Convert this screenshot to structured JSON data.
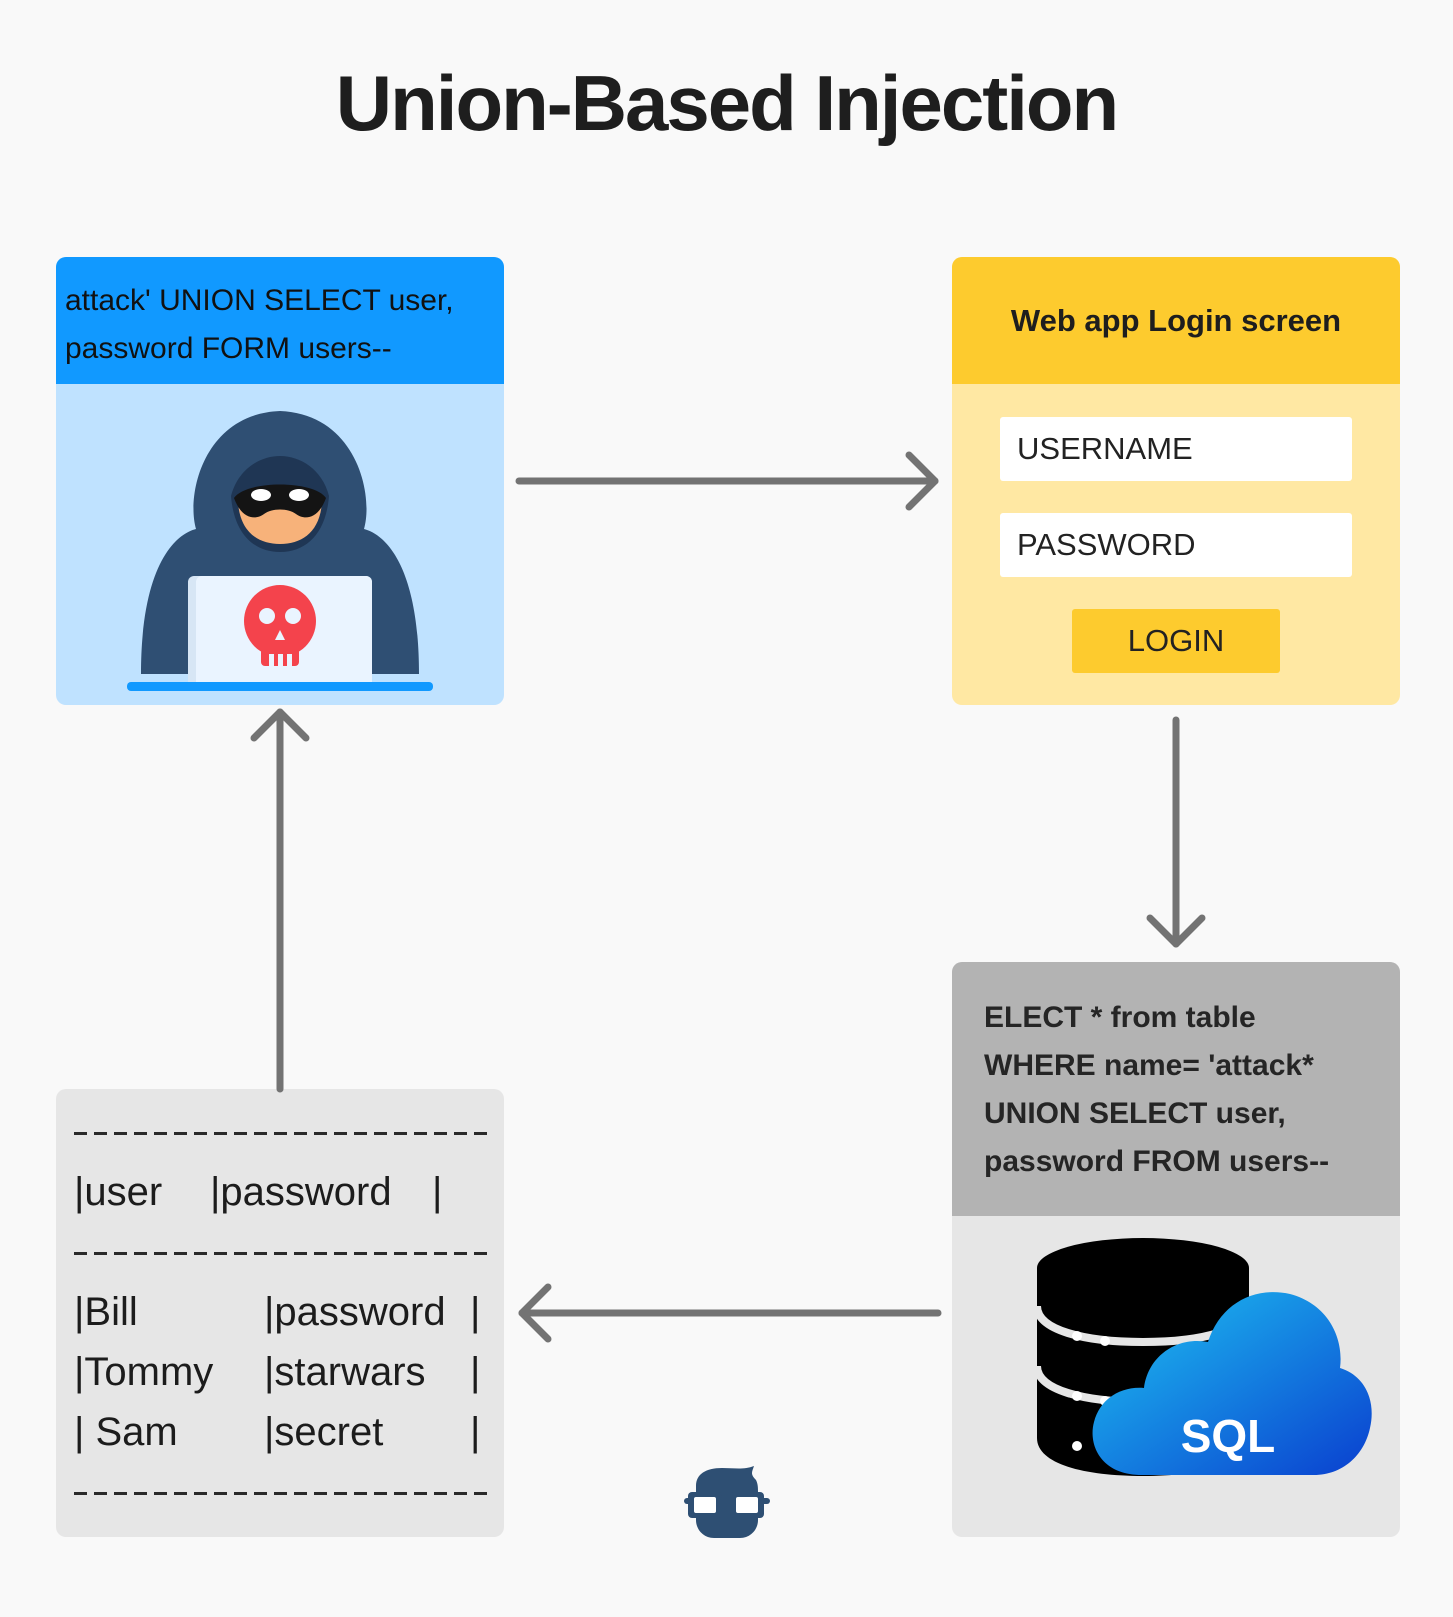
{
  "title": "Union-Based Injection",
  "attacker": {
    "input_line1": "attack' UNION SELECT user,",
    "input_line2": "password FORM users--",
    "icon": "hacker-icon",
    "colors": {
      "header": "#1199ff",
      "body": "#bfe2ff"
    }
  },
  "login": {
    "title": "Web app Login screen",
    "username_placeholder": "USERNAME",
    "password_placeholder": "PASSWORD",
    "button_label": "LOGIN",
    "colors": {
      "header": "#fdcb2e",
      "body": "#ffe8a3"
    }
  },
  "query": {
    "lines": [
      "ELECT * from table",
      "WHERE name= 'attack*",
      "UNION SELECT user,",
      "password FROM users--"
    ],
    "icon": "database-cloud-icon",
    "badge": "SQL"
  },
  "result": {
    "headers": [
      "|user",
      "|password",
      "|"
    ],
    "rows": [
      [
        "|Bill",
        "|password",
        "|"
      ],
      [
        "|Tommy",
        "|starwars",
        "|"
      ],
      [
        "| Sam",
        "|secret",
        "|"
      ]
    ]
  },
  "logo_icon": "nerd-glasses-icon"
}
